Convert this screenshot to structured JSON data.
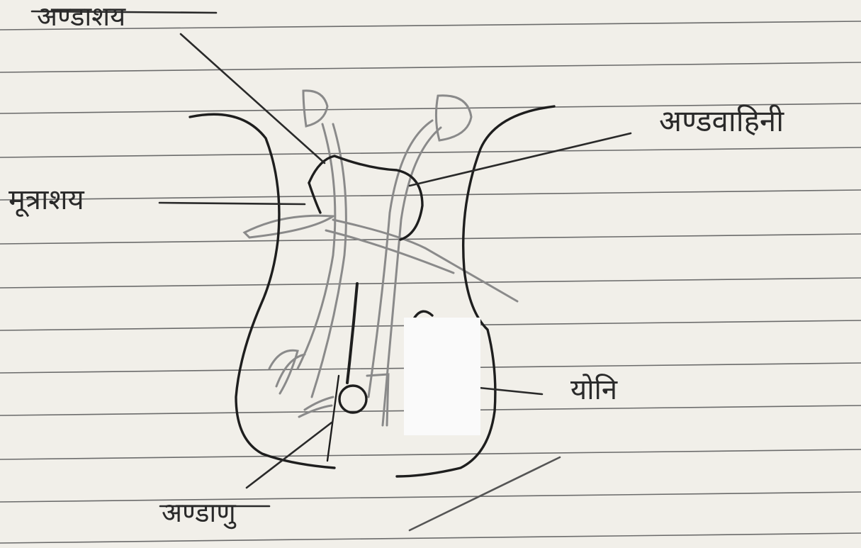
{
  "labels": {
    "ovary": "अण्डाशय",
    "oviduct": "अण्डवाहिनी",
    "bladder": "मूत्राशय",
    "vagina": "योनि",
    "ovum": "अण्डाणु"
  },
  "colors": {
    "paper": "#f1efe9",
    "rule_line": "#6b6b6b",
    "ink": "#1e1e1e",
    "pencil": "#8a8a8a"
  }
}
